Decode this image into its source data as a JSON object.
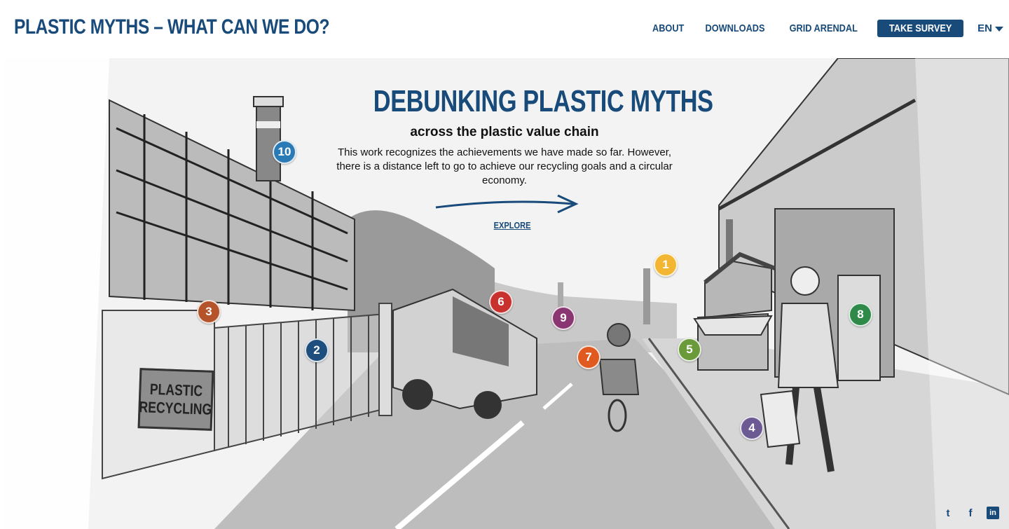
{
  "header": {
    "site_title": "PLASTIC MYTHS – WHAT CAN WE DO?",
    "nav": [
      {
        "label": "ABOUT"
      },
      {
        "label": "DOWNLOADS"
      },
      {
        "label": "GRID ARENDAL"
      }
    ],
    "survey_label": "TAKE SURVEY",
    "language": "EN"
  },
  "hero": {
    "title": "DEBUNKING PLASTIC MYTHS",
    "subtitle": "across the plastic value chain",
    "text": "This work recognizes the achievements we have made so far. However, there is a distance left to go to achieve our recycling goals and a circular economy.",
    "explore_label": "EXPLORE"
  },
  "sign": {
    "line1": "PLASTIC",
    "line2": "RECYCLING"
  },
  "markers": [
    {
      "label": "1",
      "color": "#f2b632"
    },
    {
      "label": "2",
      "color": "#1d4e7e"
    },
    {
      "label": "3",
      "color": "#b5542a"
    },
    {
      "label": "4",
      "color": "#6c5b93"
    },
    {
      "label": "5",
      "color": "#6a9a3a"
    },
    {
      "label": "6",
      "color": "#c8312e"
    },
    {
      "label": "7",
      "color": "#e05a1f"
    },
    {
      "label": "8",
      "color": "#2f8a4a"
    },
    {
      "label": "9",
      "color": "#8a3673"
    },
    {
      "label": "10",
      "color": "#2a7ab5"
    }
  ],
  "social": {
    "twitter": "t",
    "facebook": "f",
    "linkedin": "in"
  }
}
